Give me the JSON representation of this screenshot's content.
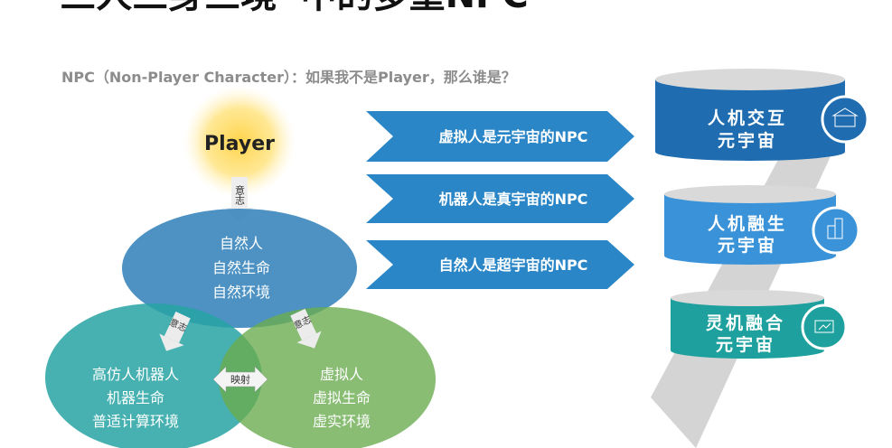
{
  "title": "“三人三身三境”中的多重NPC",
  "subtitle": "NPC（Non-Player Character）：如果我不是Player，那么谁是？",
  "player": "Player",
  "will": "意志",
  "mapping": "映射",
  "circles": {
    "natural": [
      "自然人",
      "自然生命",
      "自然环境"
    ],
    "robot": [
      "高仿人机器人",
      "机器生命",
      "普适计算环境"
    ],
    "virtual": [
      "虚拟人",
      "虚拟生命",
      "虚实环境"
    ]
  },
  "arrows": [
    "虚拟人是元宇宙的NPC",
    "机器人是真宇宙的NPC",
    "自然人是超宇宙的NPC"
  ],
  "cylinders": [
    {
      "line1": "人机交互",
      "line2": "元宇宙",
      "color": "#1f6db0",
      "icon": "building-icon"
    },
    {
      "line1": "人机融生",
      "line2": "元宇宙",
      "color": "#3a93d8",
      "icon": "city-icon"
    },
    {
      "line1": "灵机融合",
      "line2": "元宇宙",
      "color": "#1ea19e",
      "icon": "chart-screen-icon"
    }
  ]
}
